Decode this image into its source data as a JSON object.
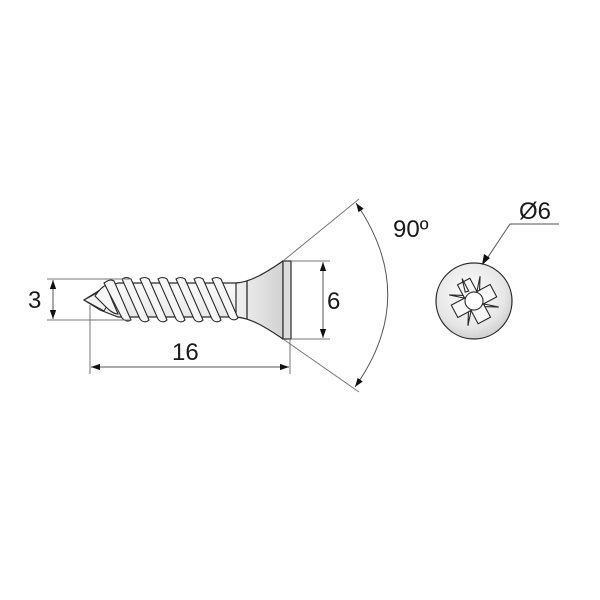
{
  "title": "Countersunk screw dimension drawing",
  "dimensions": {
    "thread_diameter": "3",
    "length": "16",
    "head_diameter": "6",
    "countersink_angle": "90º",
    "drive_diameter": "Ø6"
  },
  "drive_type": "pozidriv-cross",
  "colors": {
    "line": "#2a2a2a",
    "dim_line": "#555555",
    "metal_light": "#f4f4f4",
    "metal_dark": "#bdbdbd",
    "background": "#ffffff"
  }
}
